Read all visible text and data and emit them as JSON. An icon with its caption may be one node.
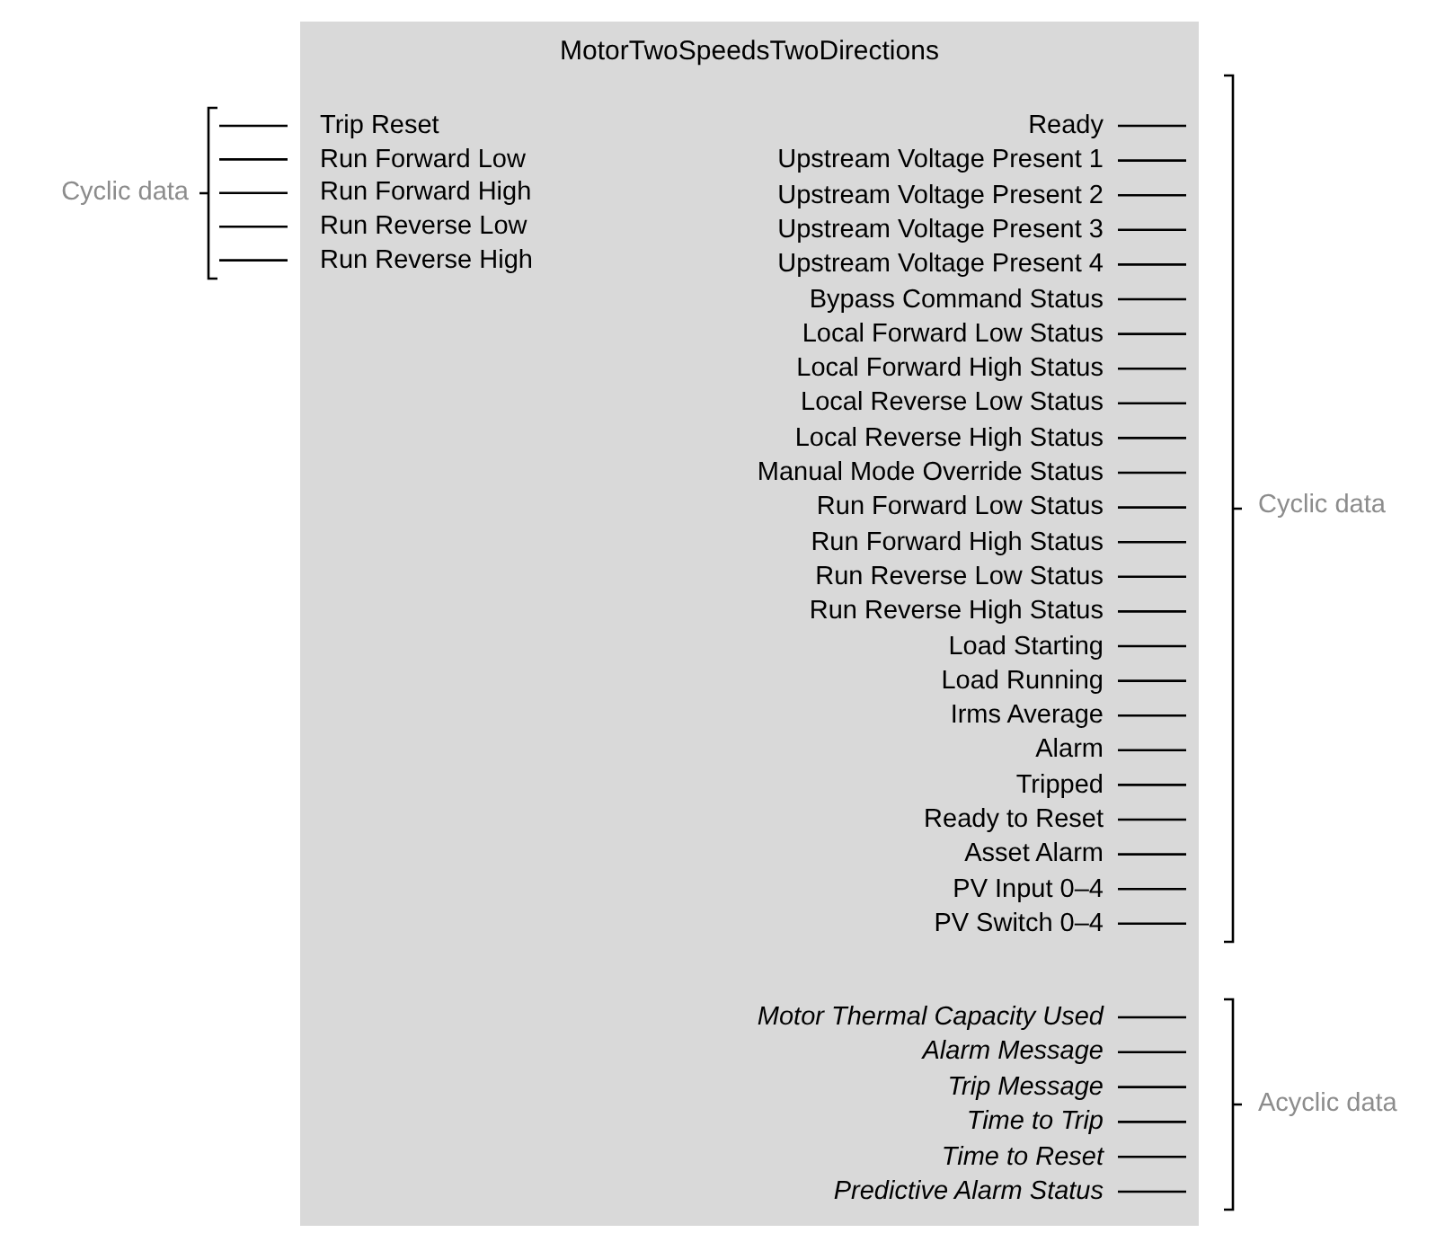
{
  "diagram": {
    "nodes": [
      {
        "text": [
          "MotorTwoSpeedsTwoDirections"
        ]
      }
    ],
    "labels": [
      "Cyclic data",
      "Trip Reset",
      "Run Forward Low",
      "Run Forward High",
      "Run Reverse Low",
      "Run Reverse High",
      "Ready",
      "Upstream Voltage Present 1",
      "Upstream Voltage Present 2",
      "Upstream Voltage Present 3",
      "Upstream Voltage Present 4",
      "Bypass Command Status",
      "Local Forward Low Status",
      "Local Forward High Status",
      "Local Reverse Low Status",
      "Local Reverse High Status",
      "Manual Mode Override Status",
      "Run Forward Low Status",
      "Run Forward High Status",
      "Run Reverse Low Status",
      "Run Reverse High Status",
      "Load Starting",
      "Load Running",
      "Irms Average",
      "Alarm",
      "Tripped",
      "Ready to Reset",
      "Asset Alarm",
      "PV Input 0–4",
      "PV Switch 0–4",
      "Cyclic data",
      "Motor Thermal Capacity Used",
      "Alarm Message",
      "Trip Message",
      "Time to Trip",
      "Time to Reset",
      "Predictive Alarm Status",
      "Acyclic data"
    ]
  }
}
